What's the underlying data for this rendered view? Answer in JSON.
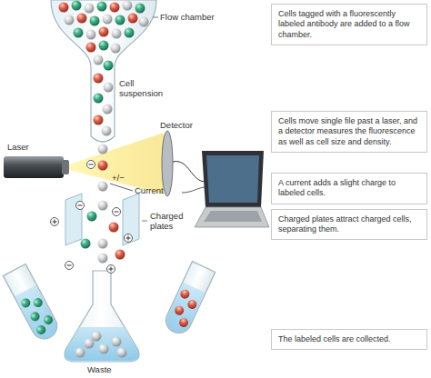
{
  "diagram": {
    "nodes": [
      {
        "text": [
          "Cells tagged with a fluorescently labeled antibody are added to a flow chamber."
        ]
      },
      {
        "text": [
          "Cells move single file past a laser, and a detector measures the fluorescence as well as cell size and density."
        ]
      },
      {
        "text": [
          "A current adds a slight charge to labeled cells."
        ]
      },
      {
        "text": [
          "Charged plates attract charged cells, separating them."
        ]
      },
      {
        "text": [
          "The labeled cells are collected."
        ]
      }
    ],
    "labels": [
      "Flow chamber",
      "Cell suspension",
      "Laser",
      "Detector",
      "+/−",
      "Current",
      "Charged plates",
      "Waste"
    ]
  }
}
